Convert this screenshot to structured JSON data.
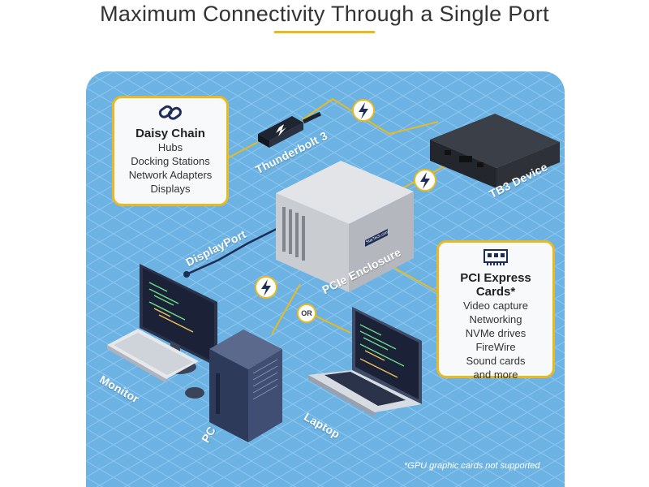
{
  "header": {
    "title": "Maximum Connectivity Through a Single Port"
  },
  "callouts": {
    "daisy_chain": {
      "heading": "Daisy Chain",
      "items": [
        "Hubs",
        "Docking Stations",
        "Network Adapters",
        "Displays"
      ]
    },
    "pci_express": {
      "heading": "PCI Express Cards*",
      "items": [
        "Video capture",
        "Networking",
        "NVMe drives",
        "FireWire",
        "Sound cards",
        "and more"
      ]
    }
  },
  "labels": {
    "thunderbolt": "Thunderbolt 3",
    "tb3_device": "TB3 Device",
    "displayport": "DisplayPort",
    "pcie_enclosure": "PCIe Enclosure",
    "monitor": "Monitor",
    "pc": "PC",
    "laptop": "Laptop",
    "or": "OR",
    "enclosure_brand": "StarTech.com"
  },
  "footnote": "*GPU graphic cards not supported",
  "colors": {
    "background_blue": "#6cb3e4",
    "accent_yellow": "#e8b920",
    "navy": "#1f2d56"
  },
  "icons": [
    "chain-link-icon",
    "lightning-bolt-icon",
    "pci-card-icon"
  ]
}
